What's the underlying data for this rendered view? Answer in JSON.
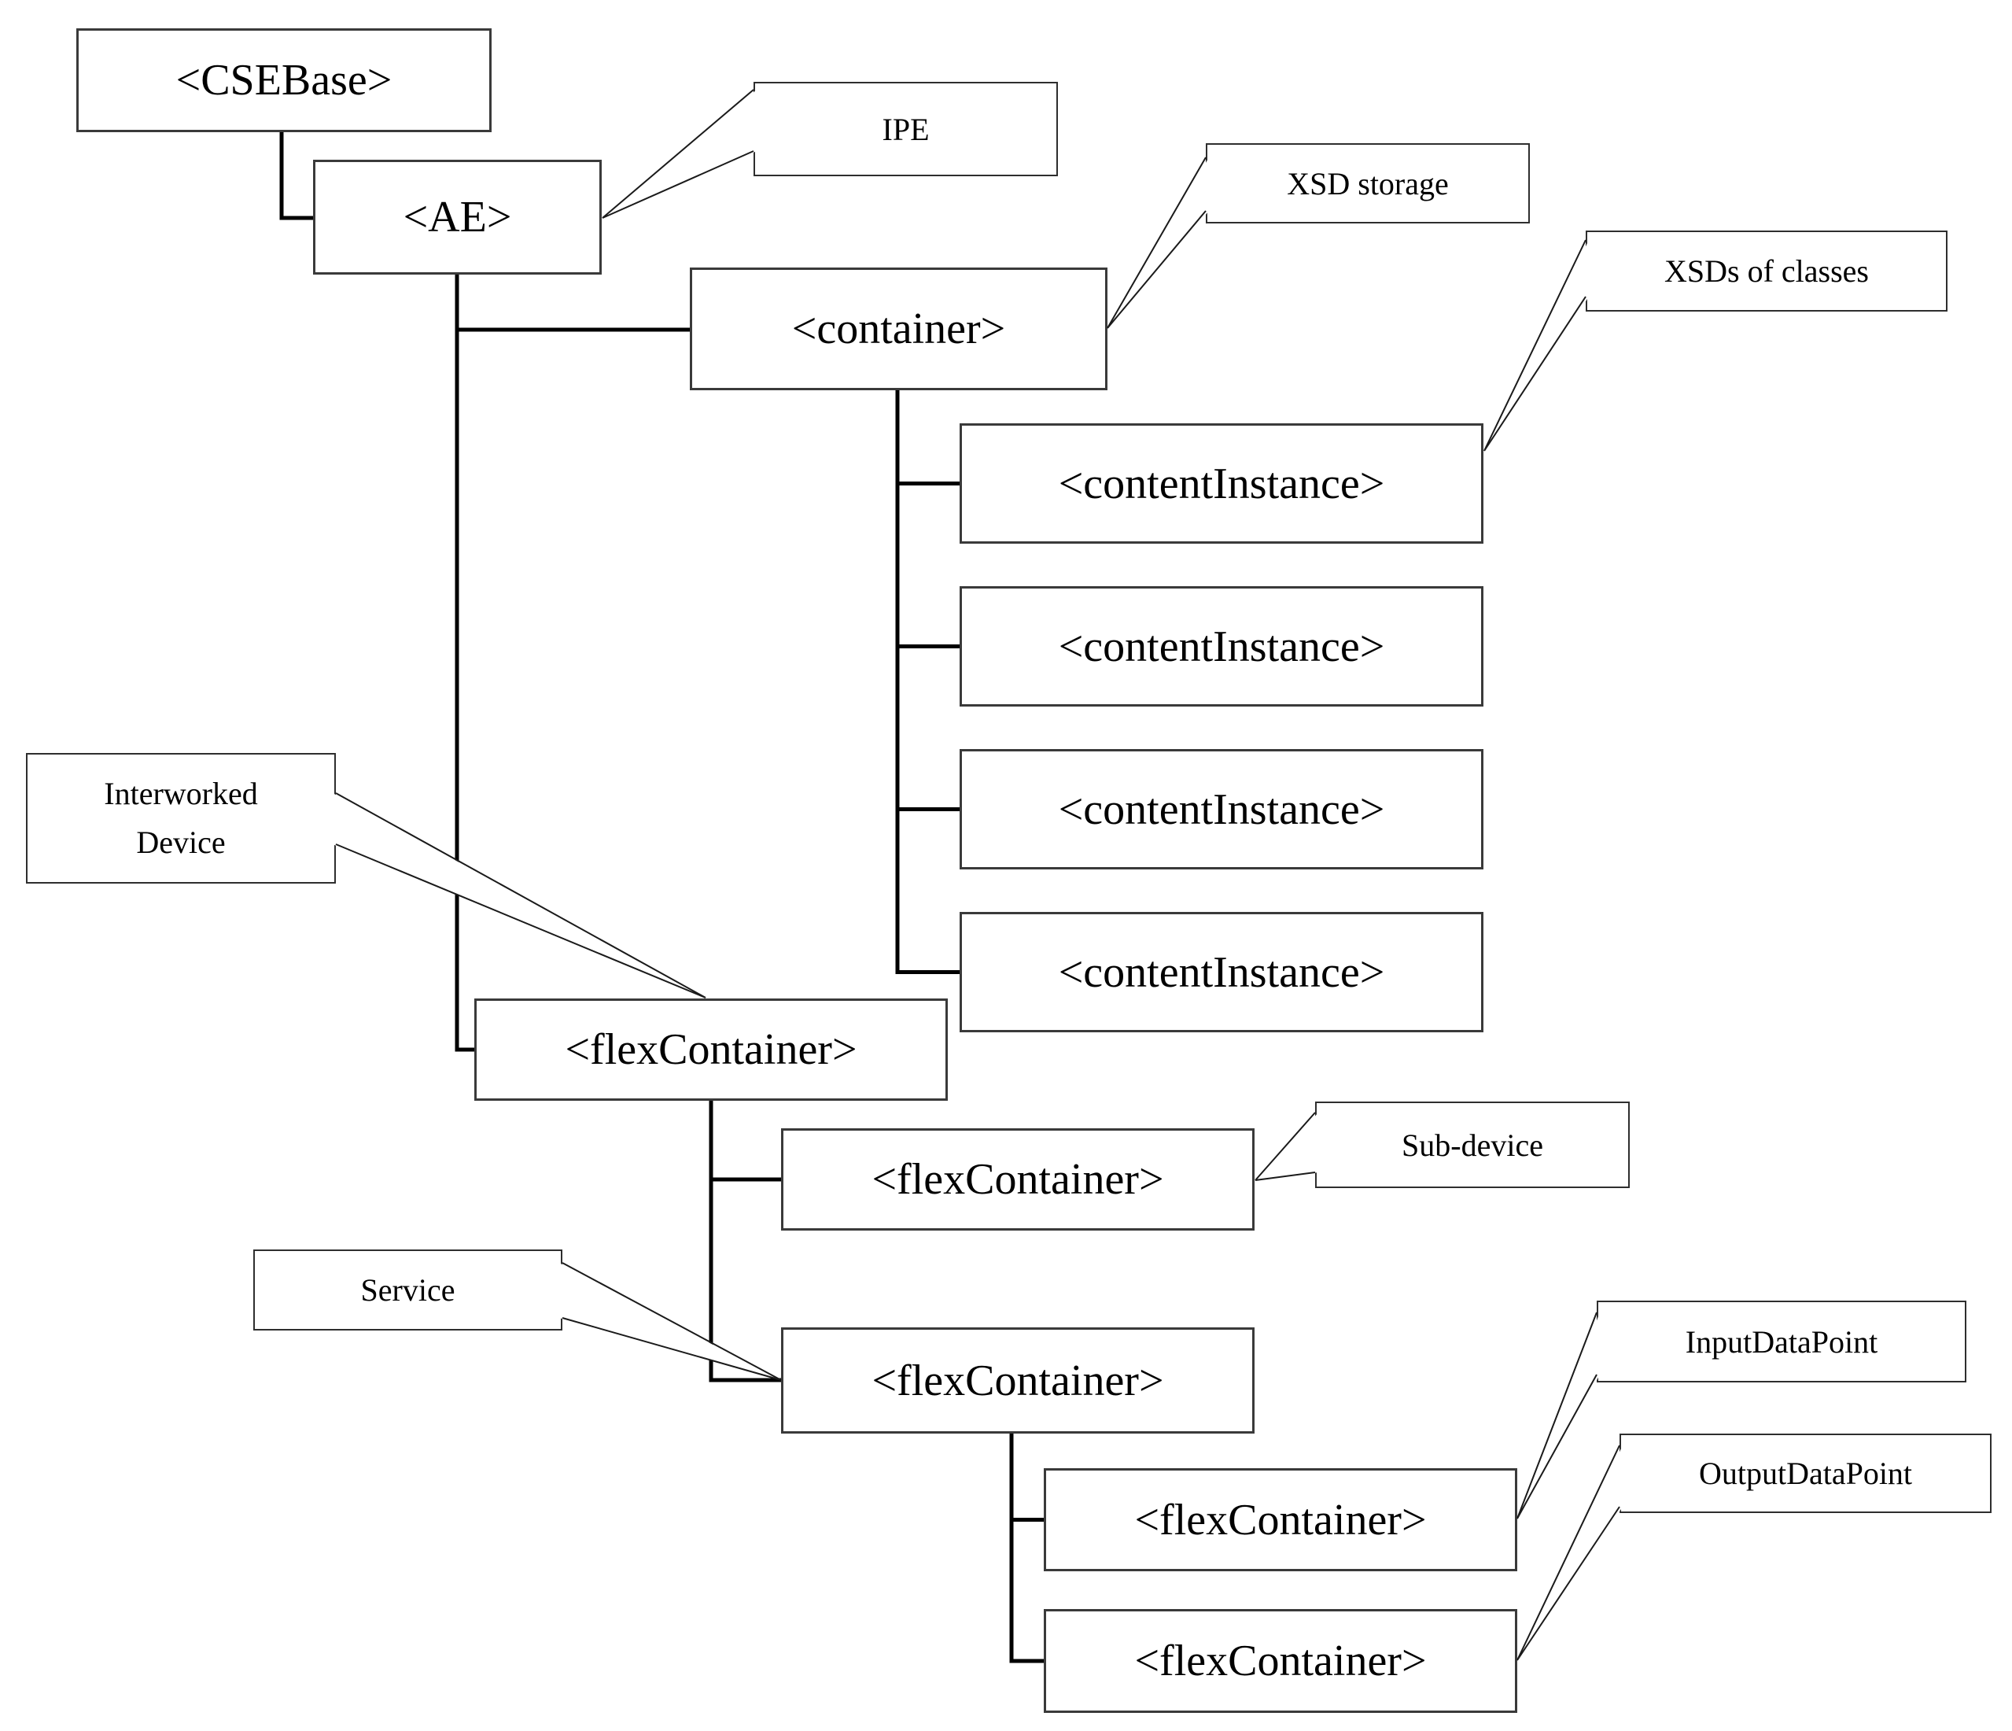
{
  "diagram": {
    "nodes": {
      "csebase": "<CSEBase>",
      "ae": "<AE>",
      "container": "<container>",
      "content_instance": "<contentInstance>",
      "flex_container": "<flexContainer>"
    },
    "callouts": {
      "ipe": "IPE",
      "xsd_storage": "XSD storage",
      "xsds_of_classes": "XSDs of classes",
      "interworked_device_line1": "Interworked",
      "interworked_device_line2": "Device",
      "sub_device": "Sub-device",
      "service": "Service",
      "input_data_point": "InputDataPoint",
      "output_data_point": "OutputDataPoint"
    },
    "colors": {
      "connector": "#000000",
      "tail_line": "#1a1a1a",
      "box_border": "#3a3a3a",
      "background": "#ffffff"
    }
  }
}
